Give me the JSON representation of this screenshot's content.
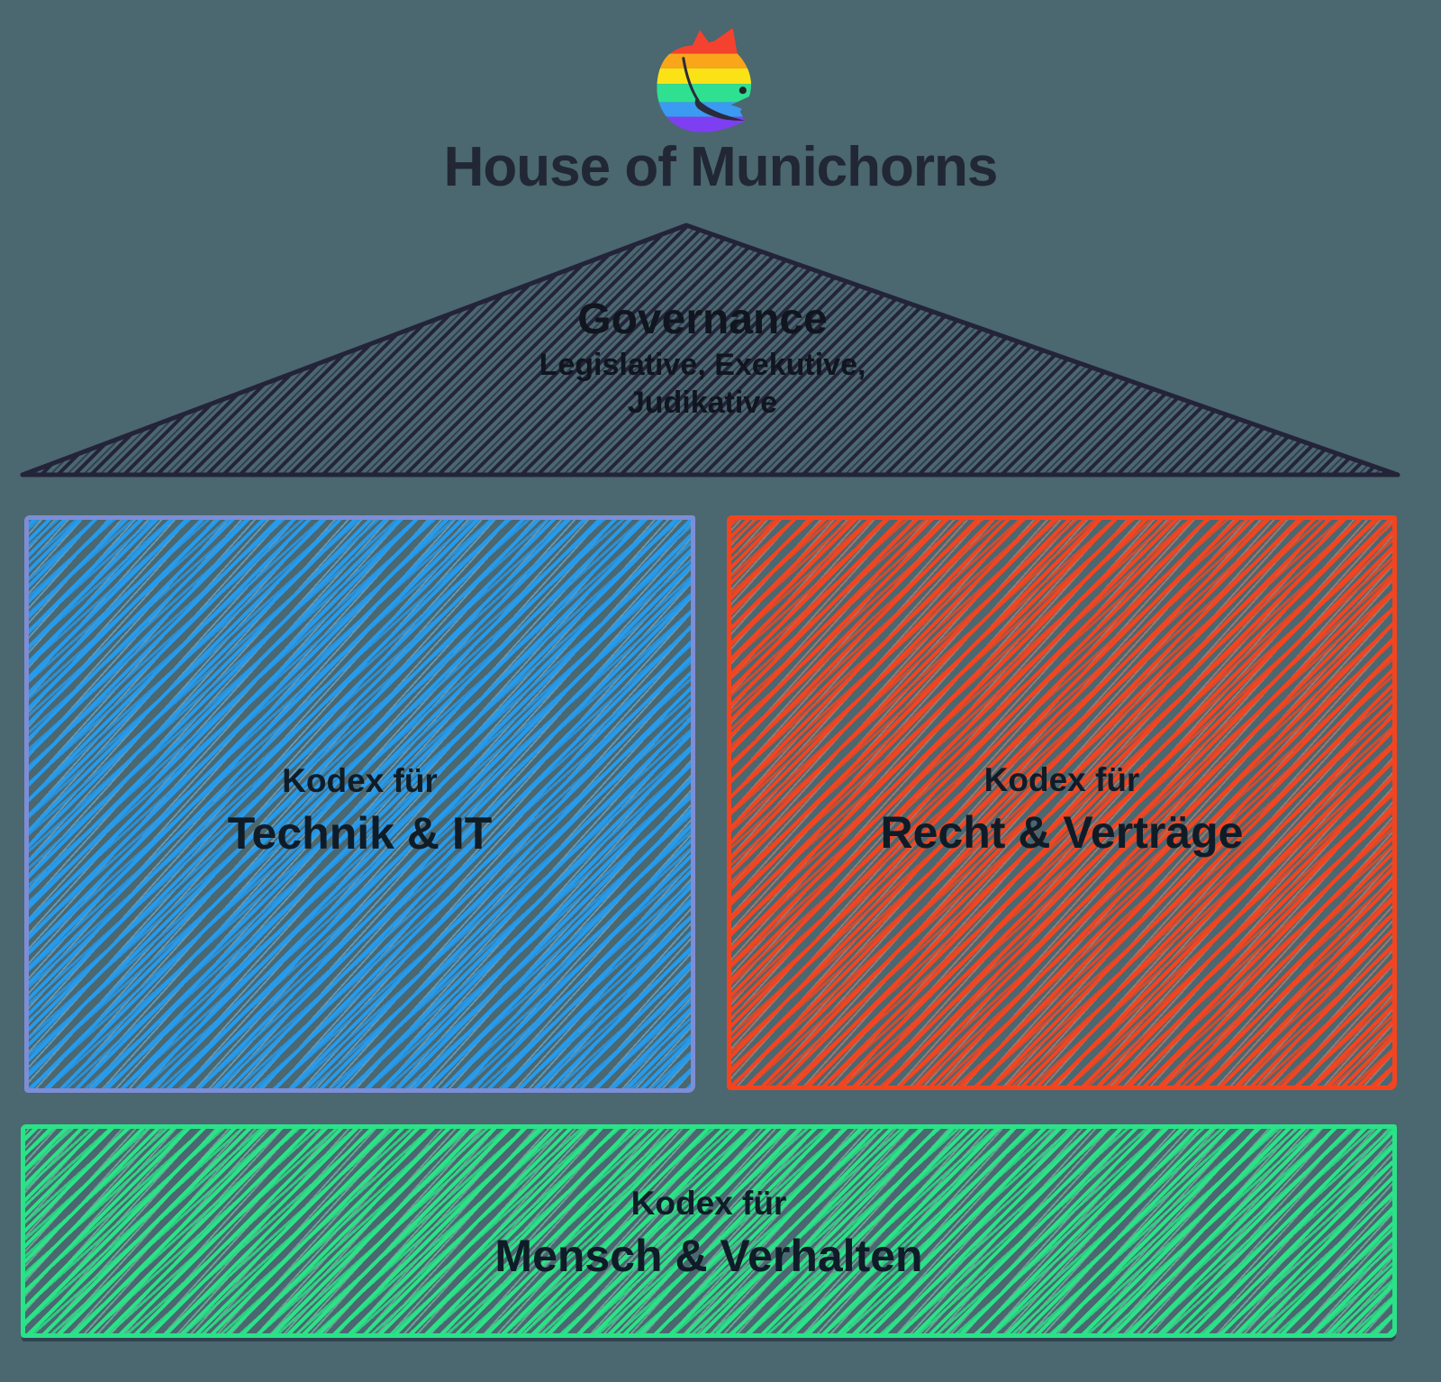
{
  "background_color": "#4b6770",
  "title": "House of Munichorns",
  "logo": {
    "alt": "rainbow unicorn logo",
    "stripes": [
      "#f5422e",
      "#f9a61b",
      "#fbe216",
      "#2fe091",
      "#3b9af2",
      "#7e3ff2"
    ],
    "outline_color": "#2b2b3d",
    "eye_color": "#20262e"
  },
  "roof": {
    "title": "Governance",
    "subtitle_line1": "Legislative, Exekutive,",
    "subtitle_line2": "Judikative",
    "hatch_color": "#232339"
  },
  "pillars": [
    {
      "label_top": "Kodex für",
      "label_main": "Technik & IT",
      "hatch_color": "#259bee",
      "border_color": "#7d8ed6"
    },
    {
      "label_top": "Kodex für",
      "label_main": "Recht & Verträge",
      "hatch_color": "#f4441f",
      "border_color": "#f4441f"
    }
  ],
  "foundation": {
    "label_top": "Kodex für",
    "label_main": "Mensch & Verhalten",
    "hatch_color": "#2ae388",
    "border_color": "#2ae388"
  }
}
